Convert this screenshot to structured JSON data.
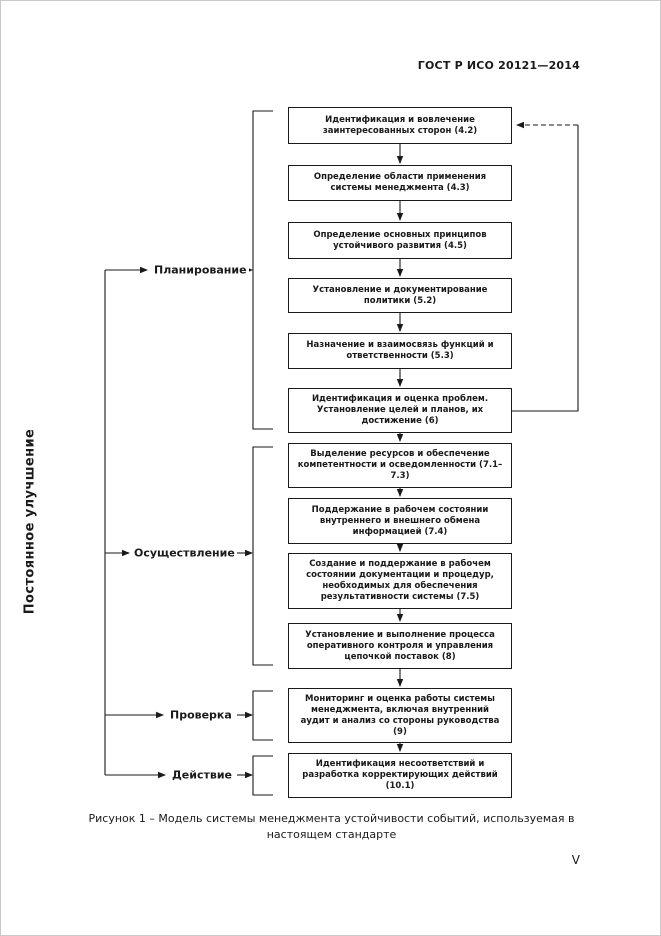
{
  "header": {
    "title": "ГОСТ Р ИСО 20121—2014"
  },
  "diagram": {
    "cycle_label": "Постоянное улучшение",
    "phases": [
      {
        "label": "Планирование"
      },
      {
        "label": "Осуществление"
      },
      {
        "label": "Проверка"
      },
      {
        "label": "Действие"
      }
    ],
    "boxes": [
      {
        "label": "Идентификация и вовлечение заинтересованных сторон (4.2)"
      },
      {
        "label": "Определение области применения системы менеджмента (4.3)"
      },
      {
        "label": "Определение основных принципов устойчивого развития (4.5)"
      },
      {
        "label": "Установление и документирование политики (5.2)"
      },
      {
        "label": "Назначение и взаимосвязь функций и ответственности (5.3)"
      },
      {
        "label": "Идентификация и оценка проблем. Установление целей и планов, их достижение (6)"
      },
      {
        "label": "Выделение ресурсов и обеспечение компетентности и осведомленности (7.1–7.3)"
      },
      {
        "label": "Поддержание в рабочем состоянии внутреннего и внешнего обмена информацией (7.4)"
      },
      {
        "label": "Создание и поддержание в рабочем состоянии документации и процедур, необходимых для обеспечения результативности системы (7.5)"
      },
      {
        "label": "Установление и выполнение процесса оперативного контроля и управления цепочкой поставок (8)"
      },
      {
        "label": "Мониторинг и оценка работы системы менеджмента, включая внутренний аудит и анализ со стороны руководства (9)"
      },
      {
        "label": "Идентификация несоответствий и разработка корректирующих действий (10.1)"
      }
    ]
  },
  "caption": "Рисунок 1 – Модель системы менеджмента устойчивости событий, используемая в настоящем стандарте",
  "page_number": "V"
}
